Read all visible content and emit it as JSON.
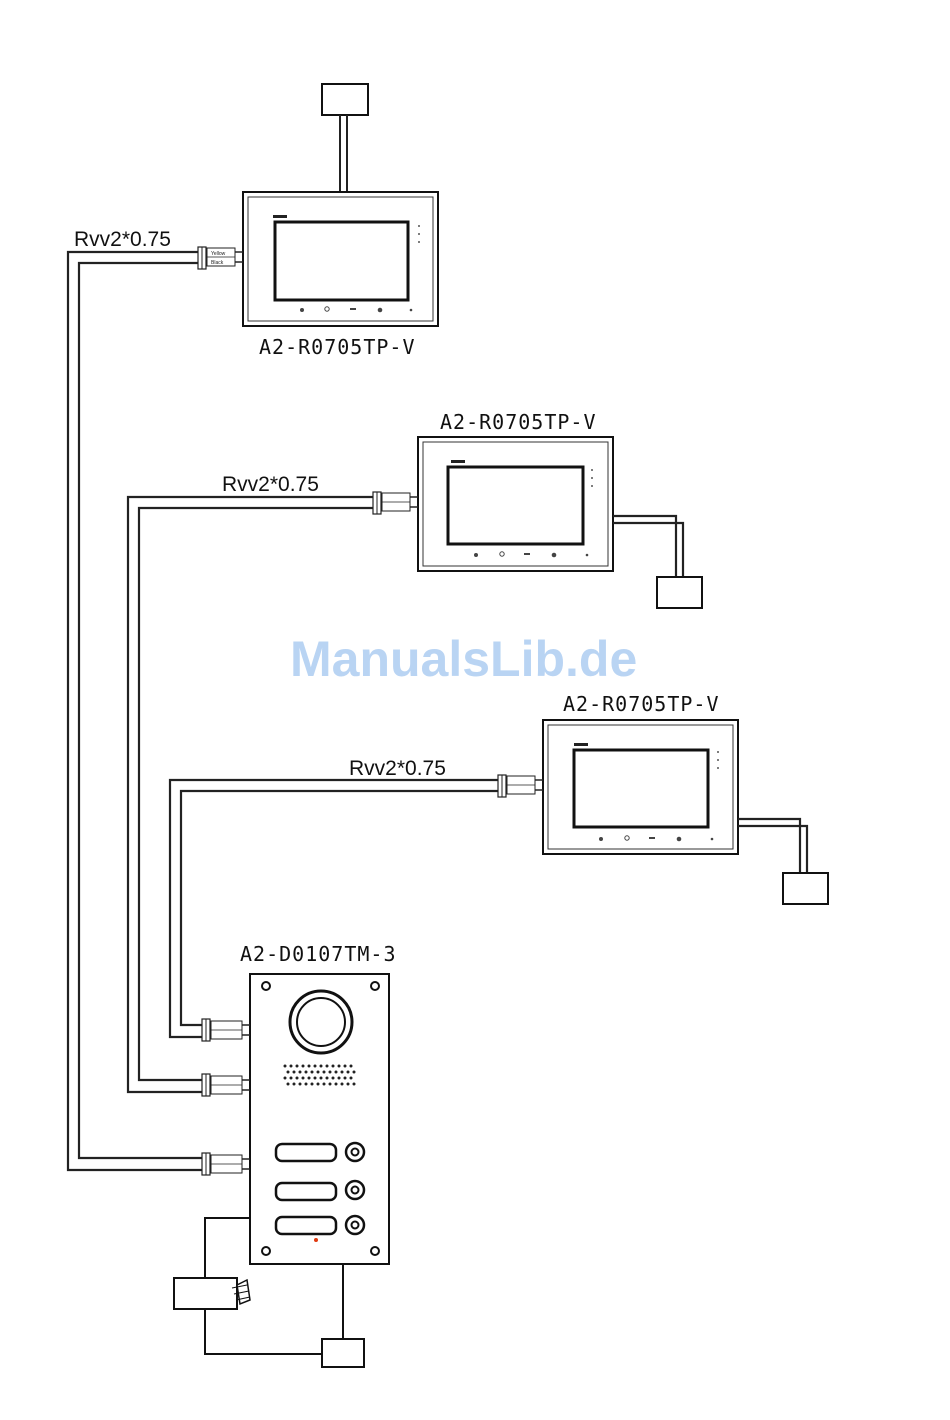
{
  "diagram": {
    "monitors": [
      {
        "model": "A2-R0705TP-V",
        "cable": "Rvv2*0.75"
      },
      {
        "model": "A2-R0705TP-V",
        "cable": "Rvv2*0.75"
      },
      {
        "model": "A2-R0705TP-V",
        "cable": "Rvv2*0.75"
      }
    ],
    "door_station": {
      "model": "A2-D0107TM-3"
    },
    "connector": {
      "wire1": "Yellow",
      "wire2": "Black"
    },
    "watermark": "ManualsLib.de"
  }
}
